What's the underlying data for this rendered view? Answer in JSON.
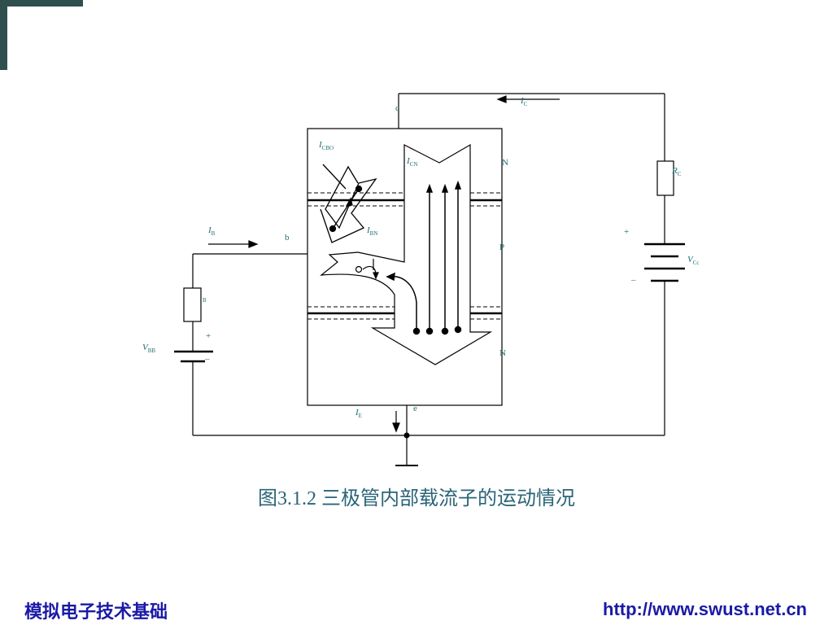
{
  "slide": {
    "caption": "图3.1.2  三极管内部载流子的运动情况",
    "course_title": "模拟电子技术基础",
    "url": "http://www.swust.net.cn"
  },
  "diagram": {
    "node_labels": {
      "collector": "c",
      "base": "b",
      "emitter": "e"
    },
    "region_labels": {
      "top": "N",
      "middle": "P",
      "bottom": "N"
    },
    "currents": {
      "ic": {
        "main": "I",
        "sub": "C"
      },
      "ib": {
        "main": "I",
        "sub": "B"
      },
      "ie": {
        "main": "I",
        "sub": "E"
      },
      "icbo": {
        "main": "I",
        "sub": "CBO"
      },
      "icn": {
        "main": "I",
        "sub": "CN"
      },
      "ibn": {
        "main": "I",
        "sub": "BN"
      }
    },
    "components": {
      "rc": {
        "main": "R",
        "sub": "C"
      },
      "rb_sub": "B",
      "vcc": {
        "main": "V",
        "sub": "Cc"
      },
      "vbb": {
        "main": "V",
        "sub": "BB"
      },
      "vcc_plus": "+",
      "vcc_minus": "_",
      "vbb_plus": "+",
      "vbb_minus": "_"
    },
    "colors": {
      "line": "#000000",
      "label": "#1f6f6f",
      "caption": "#2a6478",
      "footer": "#1a1aa6",
      "frame": "#2f4f4f"
    }
  }
}
